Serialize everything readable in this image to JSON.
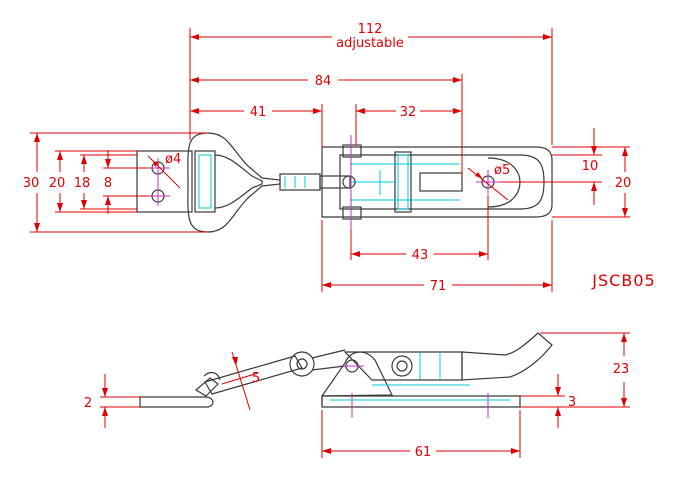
{
  "drawing_code": "JSCB05",
  "colors": {
    "dimension": "#e00000",
    "outline": "#3a3a3a",
    "hidden": "#00c8d8",
    "center": "#c030c0"
  },
  "dimensions": {
    "overall_length": "112",
    "overall_note": "adjustable",
    "d84": "84",
    "d41": "41",
    "d32": "32",
    "d43": "43",
    "d71": "71",
    "d61": "61",
    "d30": "30",
    "d20_left": "20",
    "d18": "18",
    "d8": "8",
    "hole_small": "ø4",
    "hole_large": "ø5",
    "d10": "10",
    "d20_right": "20",
    "d5": "5",
    "d2": "2",
    "d3": "3",
    "d23": "23"
  }
}
